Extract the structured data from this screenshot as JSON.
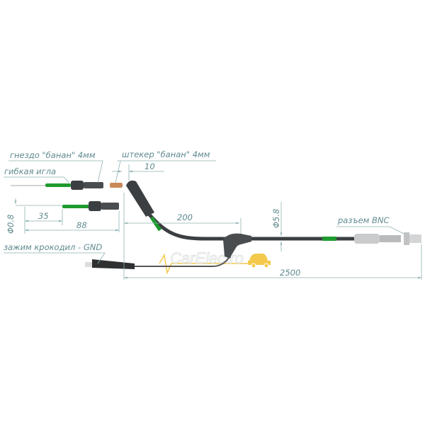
{
  "labels": {
    "banana_socket": "гнездо \"банан\" 4мм",
    "flexible_needle": "гибкая игла",
    "banana_plug": "штекер \"банан\" 4мм",
    "alligator_clip": "зажим крокодил - GND",
    "bnc_connector": "разъем BNC"
  },
  "dimensions": {
    "needle_diameter": "Φ0.8",
    "needle_tip_length": "35",
    "needle_total_length": "88",
    "plug_pin_length": "10",
    "branch_length": "200",
    "cable_diameter": "Φ5.8",
    "total_length": "2500"
  },
  "watermark": "CarElectro",
  "colors": {
    "accent_green": "#1f9a2e",
    "cable": "#3c3f41",
    "label": "#5f8a8f",
    "watermark_car": "#f2c94c"
  }
}
